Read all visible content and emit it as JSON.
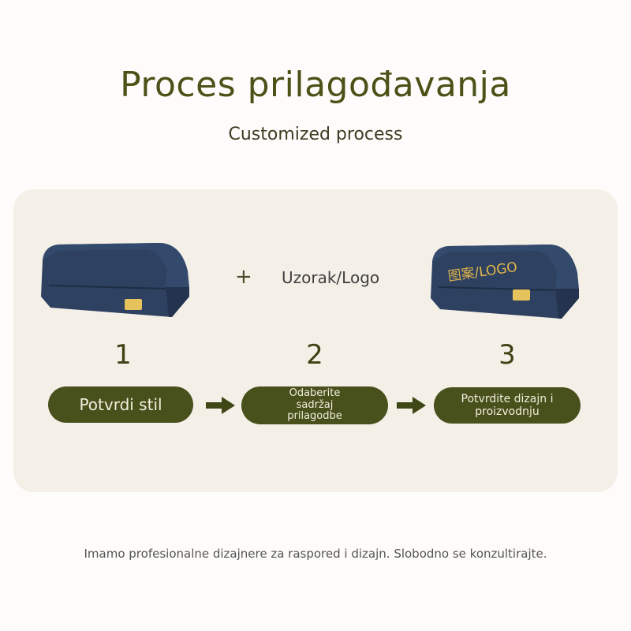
{
  "header": {
    "title": "Proces prilagođavanja",
    "subtitle": "Customized process"
  },
  "product": {
    "plus": "+",
    "pattern_label": "Uzorak/Logo",
    "logo_print": "图案/LOGO"
  },
  "steps": [
    {
      "number": "1",
      "label": "Potvrdi stil"
    },
    {
      "number": "2",
      "label": "Odaberite sadržaj prilagodbe"
    },
    {
      "number": "3",
      "label": "Potvrdite dizajn i proizvodnju"
    }
  ],
  "footer": "Imamo profesionalne dizajnere za raspored i dizajn. Slobodno se konzultirajte.",
  "colors": {
    "accent": "#48501c",
    "case": "#2b3d5c",
    "clasp": "#e6c25d",
    "card": "#f4efe7"
  }
}
